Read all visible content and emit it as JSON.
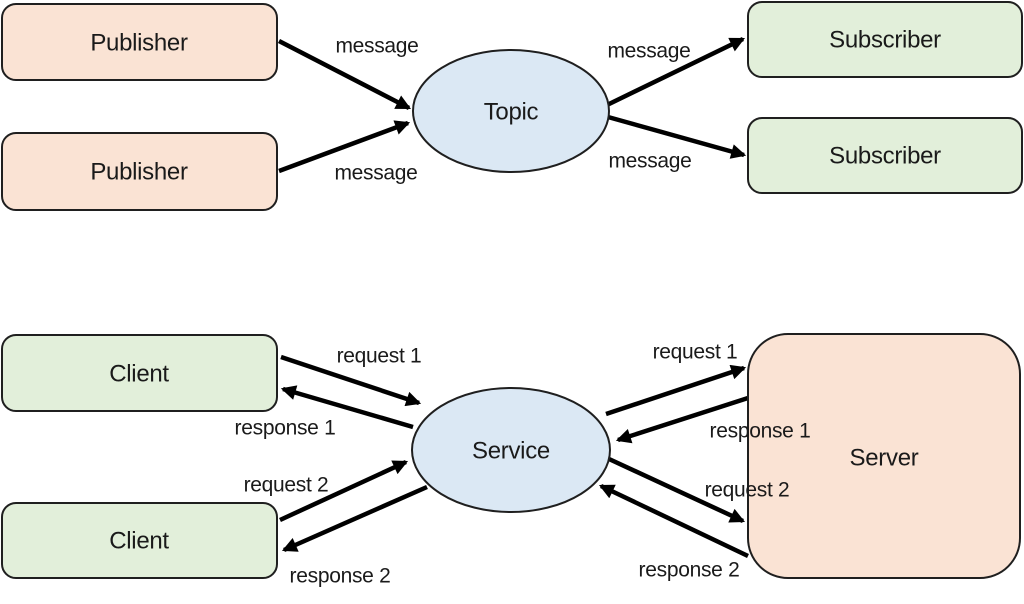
{
  "colors": {
    "peach_fill": "#fae3d4",
    "green_fill": "#e2efda",
    "blue_fill": "#dbe8f4",
    "outline": "#1f1f1f",
    "arrow": "#000000",
    "text": "#1a1a1a"
  },
  "pubsub": {
    "publishers": [
      "Publisher",
      "Publisher"
    ],
    "topic_label": "Topic",
    "subscribers": [
      "Subscriber",
      "Subscriber"
    ],
    "edge_labels": {
      "pub1_message": "message",
      "pub2_message": "message",
      "sub1_message": "message",
      "sub2_message": "message"
    }
  },
  "service_section": {
    "clients": [
      "Client",
      "Client"
    ],
    "service_label": "Service",
    "server_label": "Server",
    "client_side_labels": {
      "request1": "request 1",
      "response1": "response 1",
      "request2": "request 2",
      "response2": "response 2"
    },
    "server_side_labels": {
      "request1": "request 1",
      "response1": "response 1",
      "request2": "request 2",
      "response2": "response 2"
    }
  }
}
